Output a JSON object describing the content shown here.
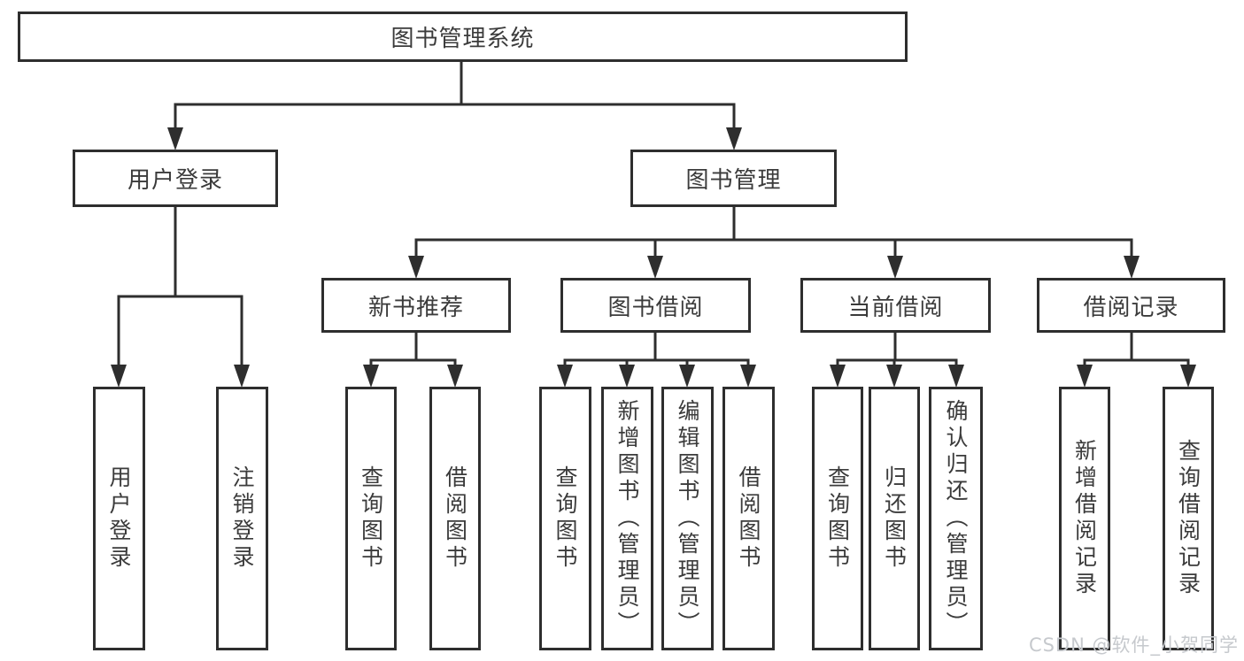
{
  "diagram": {
    "root": {
      "label": "图书管理系统"
    },
    "branches": [
      {
        "label": "用户登录",
        "children": [
          {
            "label": "用户登录"
          },
          {
            "label": "注销登录"
          }
        ]
      },
      {
        "label": "图书管理",
        "children": [
          {
            "label": "新书推荐",
            "children": [
              {
                "label": "查询图书"
              },
              {
                "label": "借阅图书"
              }
            ]
          },
          {
            "label": "图书借阅",
            "children": [
              {
                "label": "查询图书"
              },
              {
                "label": "新增图书（管理员）"
              },
              {
                "label": "编辑图书（管理员）"
              },
              {
                "label": "借阅图书"
              }
            ]
          },
          {
            "label": "当前借阅",
            "children": [
              {
                "label": "查询图书"
              },
              {
                "label": "归还图书"
              },
              {
                "label": "确认归还（管理员）"
              }
            ]
          },
          {
            "label": "借阅记录",
            "children": [
              {
                "label": "新增借阅记录"
              },
              {
                "label": "查询借阅记录"
              }
            ]
          }
        ]
      }
    ],
    "watermark": "CSDN @软件_小贺同学",
    "colors": {
      "line": "#2e2e2e",
      "border": "#2e2e2e",
      "text": "#3b3b3b",
      "watermark": "#c6c9cd",
      "background": "#ffffff"
    }
  }
}
